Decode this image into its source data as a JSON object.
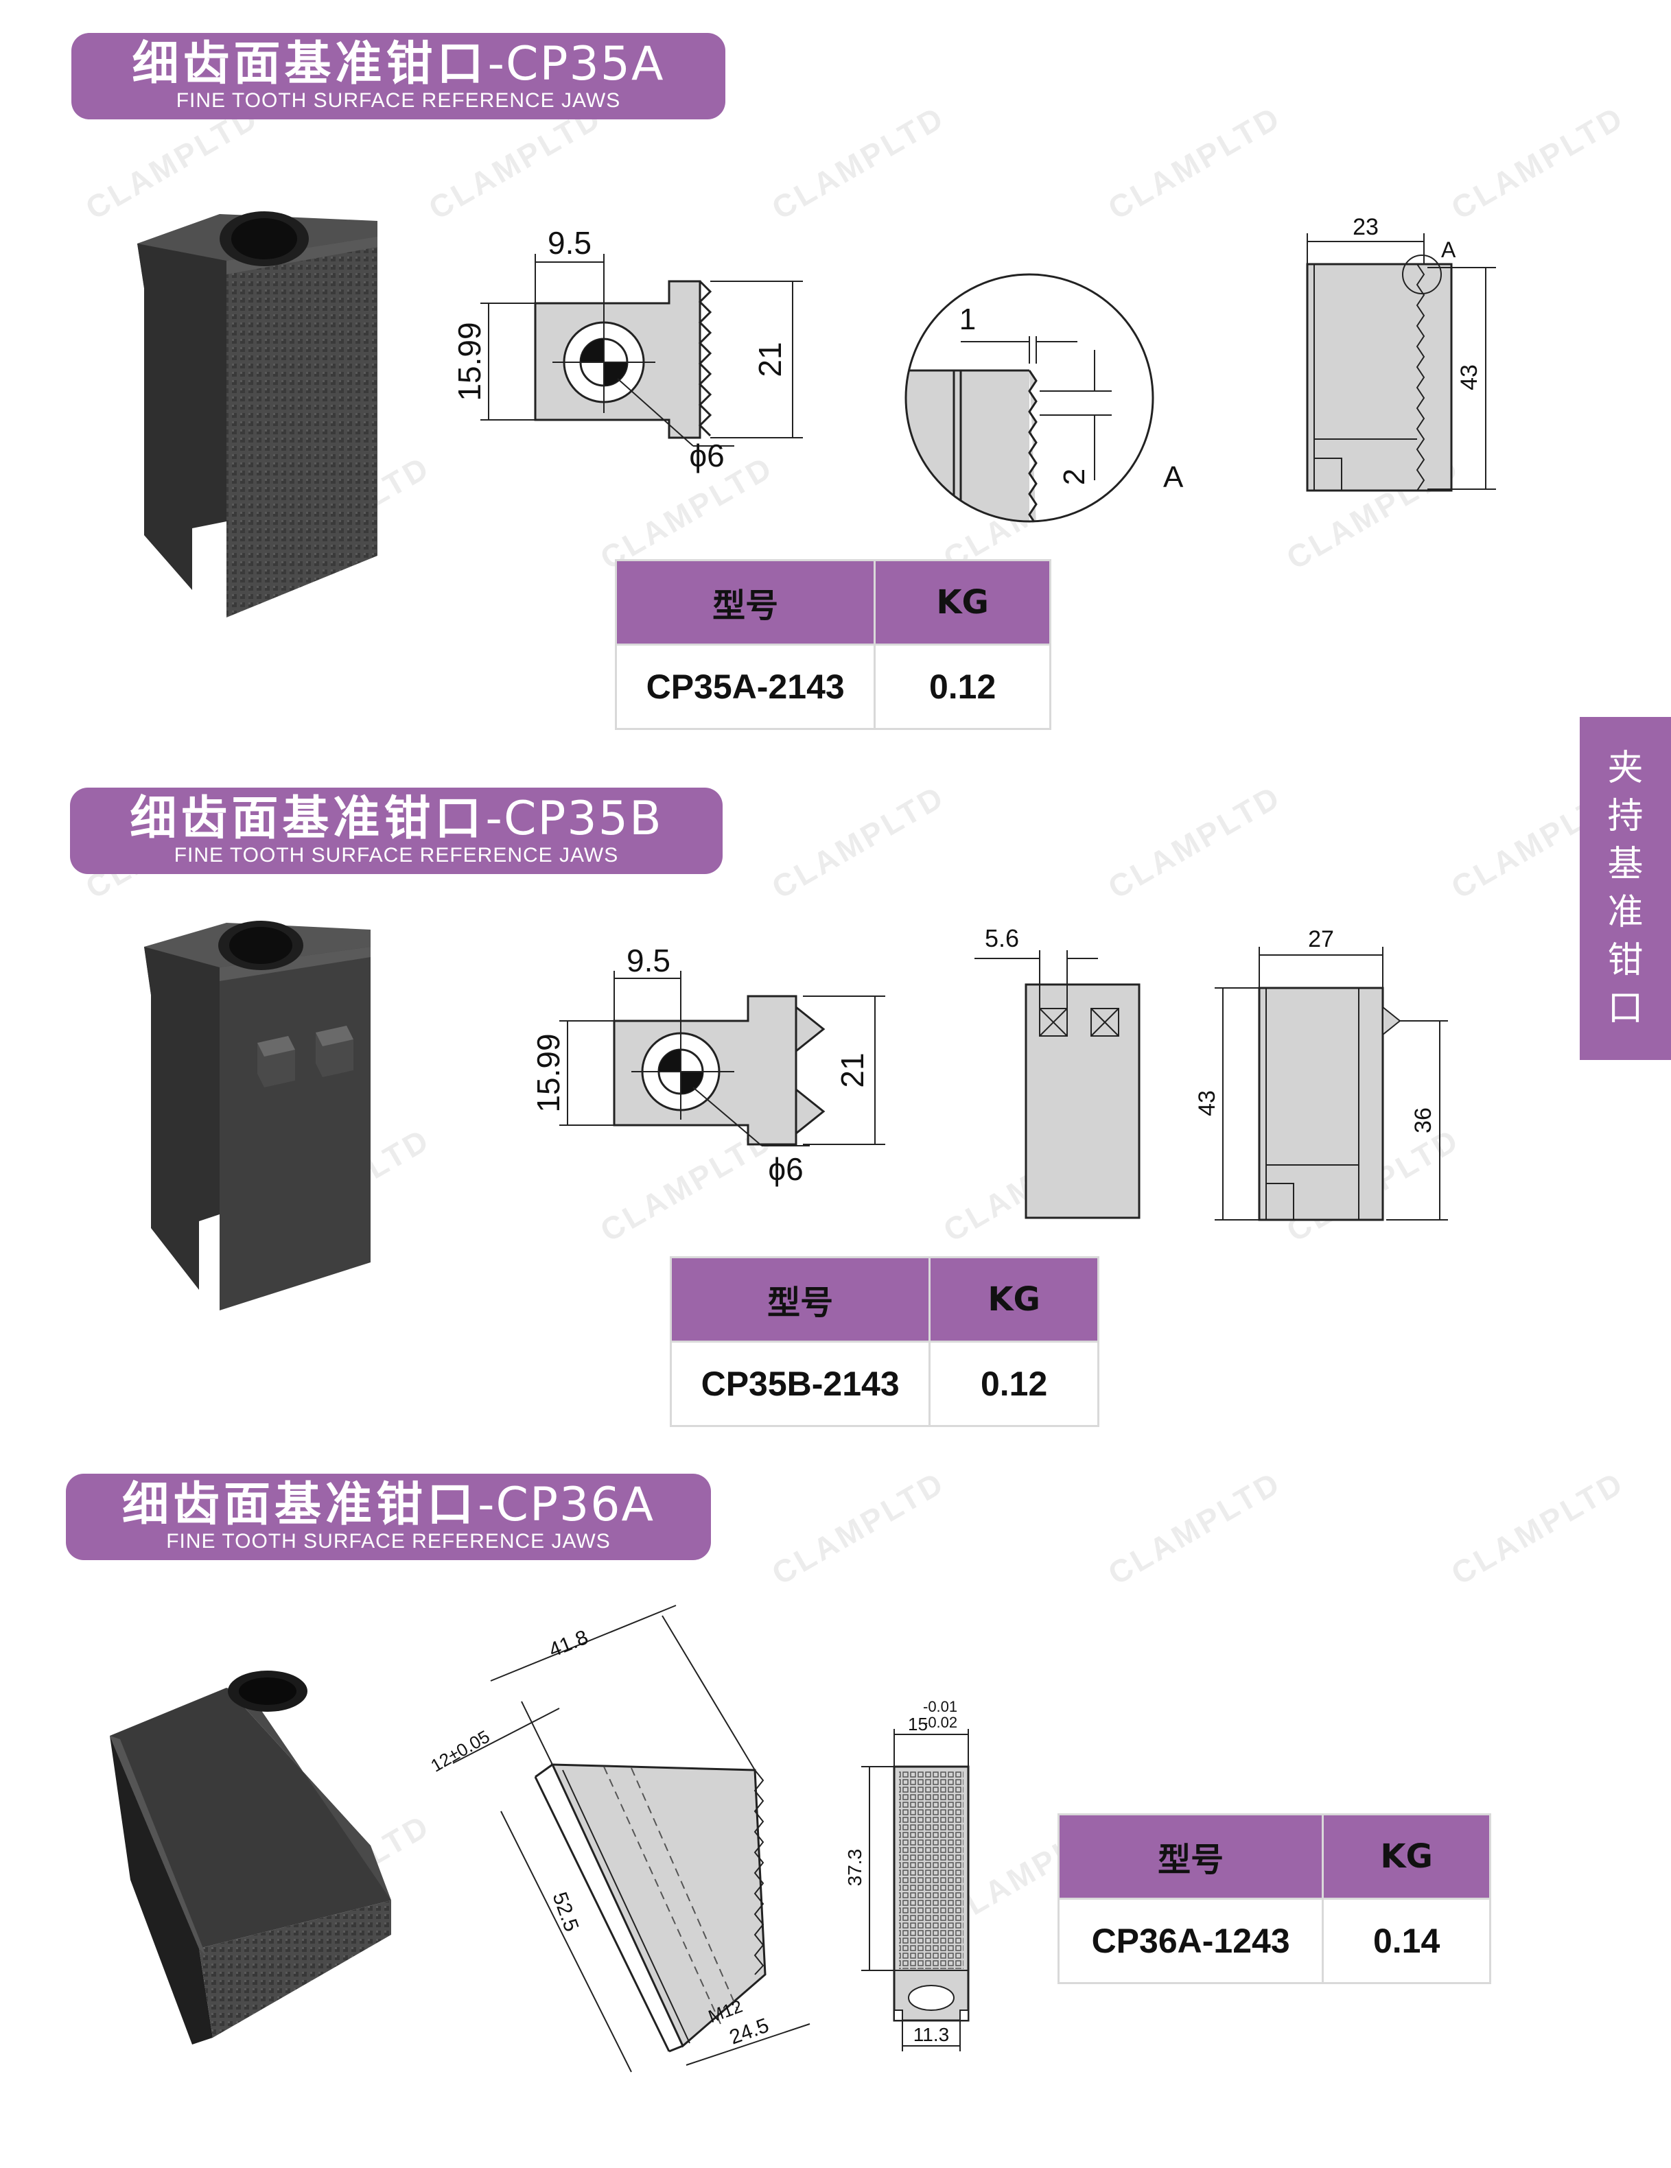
{
  "watermark": "CLAMPLTD",
  "side_tab": {
    "chars": [
      "夹",
      "持",
      "基",
      "准",
      "钳",
      "口"
    ]
  },
  "sections": [
    {
      "title_cn": "细齿面基准钳口",
      "code": "-CP35A",
      "subtitle": "FINE TOOTH SURFACE REFERENCE JAWS",
      "dims": {
        "top": "9.5",
        "left": "15.99",
        "right": "21",
        "hole": "ϕ6",
        "pitch": "1",
        "depth": "2",
        "detail_label": "A",
        "width": "23",
        "height": "43",
        "mark": "A"
      },
      "table": {
        "col_model": "型号",
        "col_kg": "KG",
        "model": "CP35A-2143",
        "kg": "0.12"
      }
    },
    {
      "title_cn": "细齿面基准钳口",
      "code": "-CP35B",
      "subtitle": "FINE TOOTH SURFACE REFERENCE JAWS",
      "dims": {
        "top": "9.5",
        "left": "15.99",
        "right": "21",
        "hole": "ϕ6",
        "spacing": "5.6",
        "width": "27",
        "height": "43",
        "inner": "36"
      },
      "table": {
        "col_model": "型号",
        "col_kg": "KG",
        "model": "CP35B-2143",
        "kg": "0.12"
      }
    },
    {
      "title_cn": "细齿面基准钳口",
      "code": "-CP36A",
      "subtitle": "FINE TOOTH SURFACE REFERENCE JAWS",
      "dims": {
        "length": "41.8",
        "slot": "12±0.05",
        "side": "52.5",
        "thread": "M12",
        "base": "24.5",
        "width_top": "15",
        "tol_upper": "-0.01",
        "tol_lower": "-0.02",
        "height": "37.3",
        "bottom": "11.3"
      },
      "table": {
        "col_model": "型号",
        "col_kg": "KG",
        "model": "CP36A-1243",
        "kg": "0.14"
      }
    }
  ]
}
